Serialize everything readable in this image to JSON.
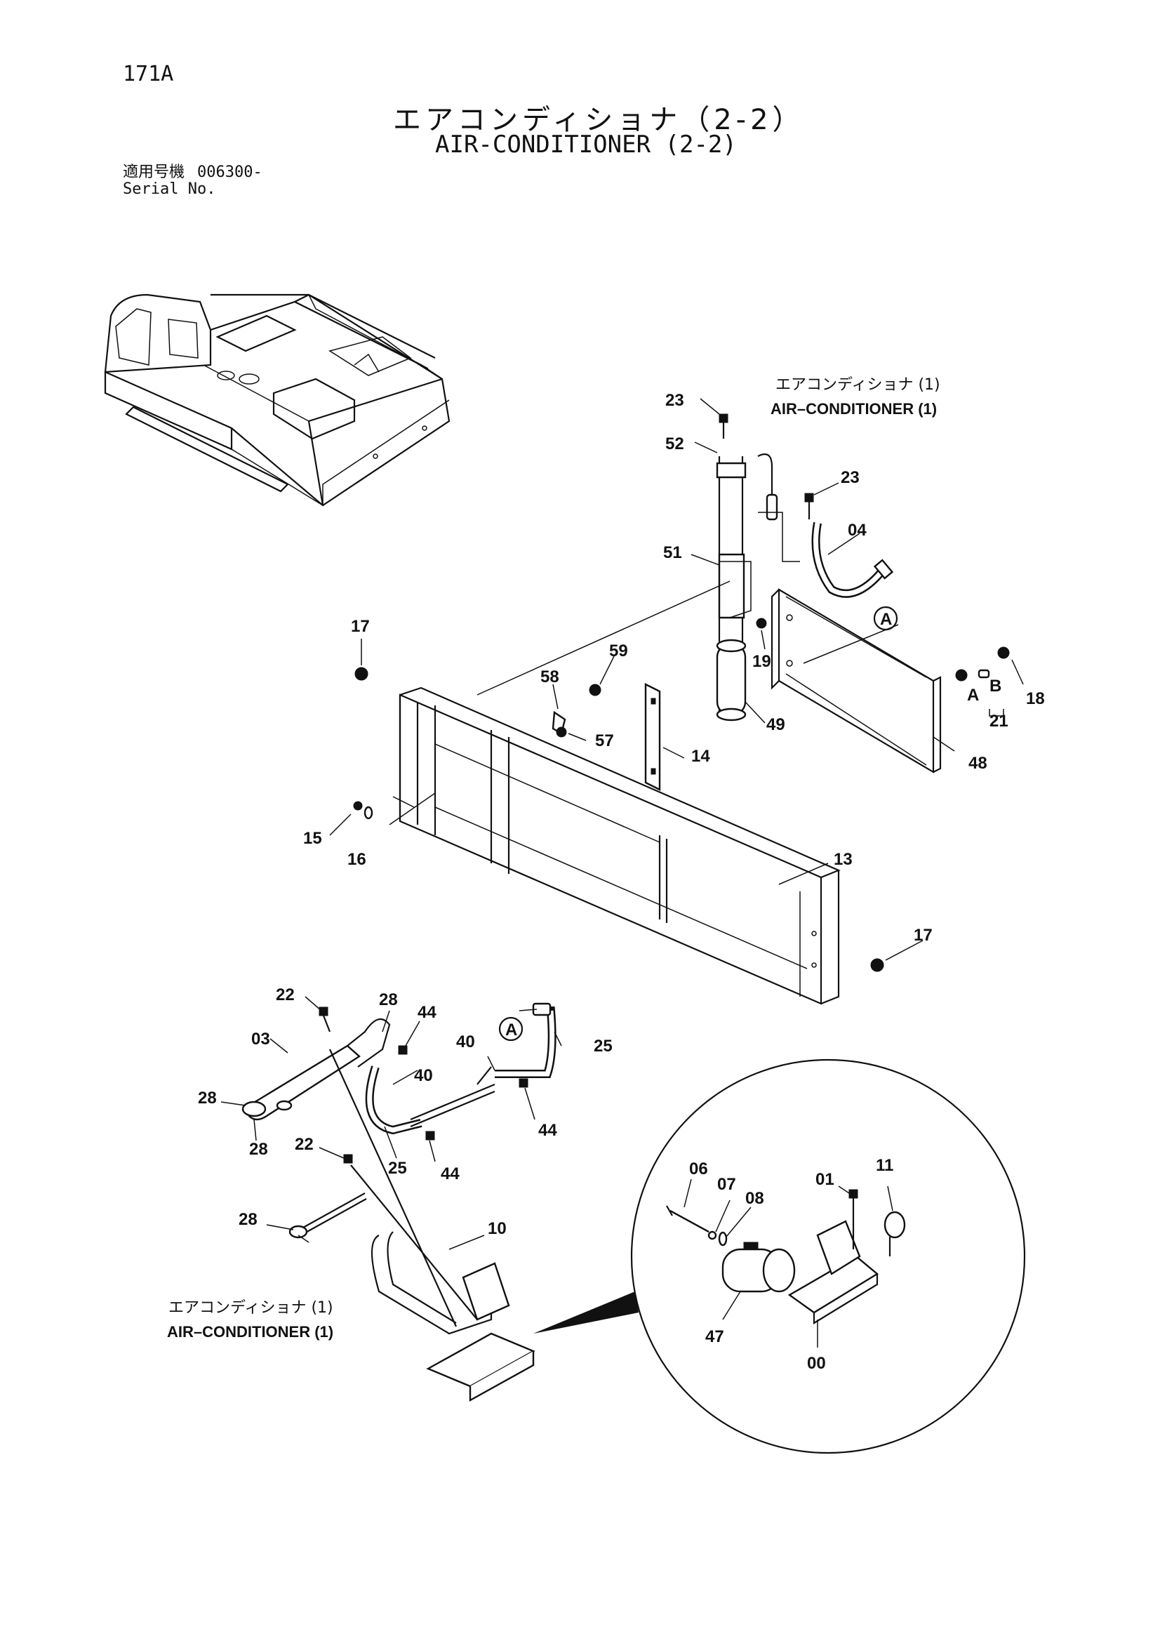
{
  "header": {
    "page_number": "171A",
    "title_jp": "エアコンディショナ（2-2）",
    "title_en": "AIR-CONDITIONER (2-2)",
    "serial_label_jp": "適用号機",
    "serial_value": "006300-",
    "serial_label_en": "Serial No."
  },
  "notes": {
    "top_jp": "エアコンディショナ (1)",
    "top_en": "AIR–CONDITIONER (1)",
    "bottom_jp": "エアコンディショナ (1)",
    "bottom_en": "AIR–CONDITIONER (1)"
  },
  "callouts": {
    "c23a": "23",
    "c52": "52",
    "c23b": "23",
    "c04": "04",
    "c51": "51",
    "cA1": "A",
    "c17a": "17",
    "c59": "59",
    "c58": "58",
    "c57": "57",
    "c19": "19",
    "c49": "49",
    "cA2": "A",
    "cB": "B",
    "c18": "18",
    "c21": "21",
    "c48": "48",
    "c14": "14",
    "c15": "15",
    "c16": "16",
    "c13": "13",
    "c17b": "17",
    "c22a": "22",
    "c28a": "28",
    "c44a": "44",
    "cA3": "A",
    "c25a": "25",
    "c40a": "40",
    "c03": "03",
    "c40b": "40",
    "c28b": "28",
    "c28c": "28",
    "c44b": "44",
    "c22b": "22",
    "c25b": "25",
    "c44c": "44",
    "c28d": "28",
    "c10": "10",
    "c06": "06",
    "c07": "07",
    "c08": "08",
    "c01": "01",
    "c11": "11",
    "c47": "47",
    "c00": "00"
  }
}
